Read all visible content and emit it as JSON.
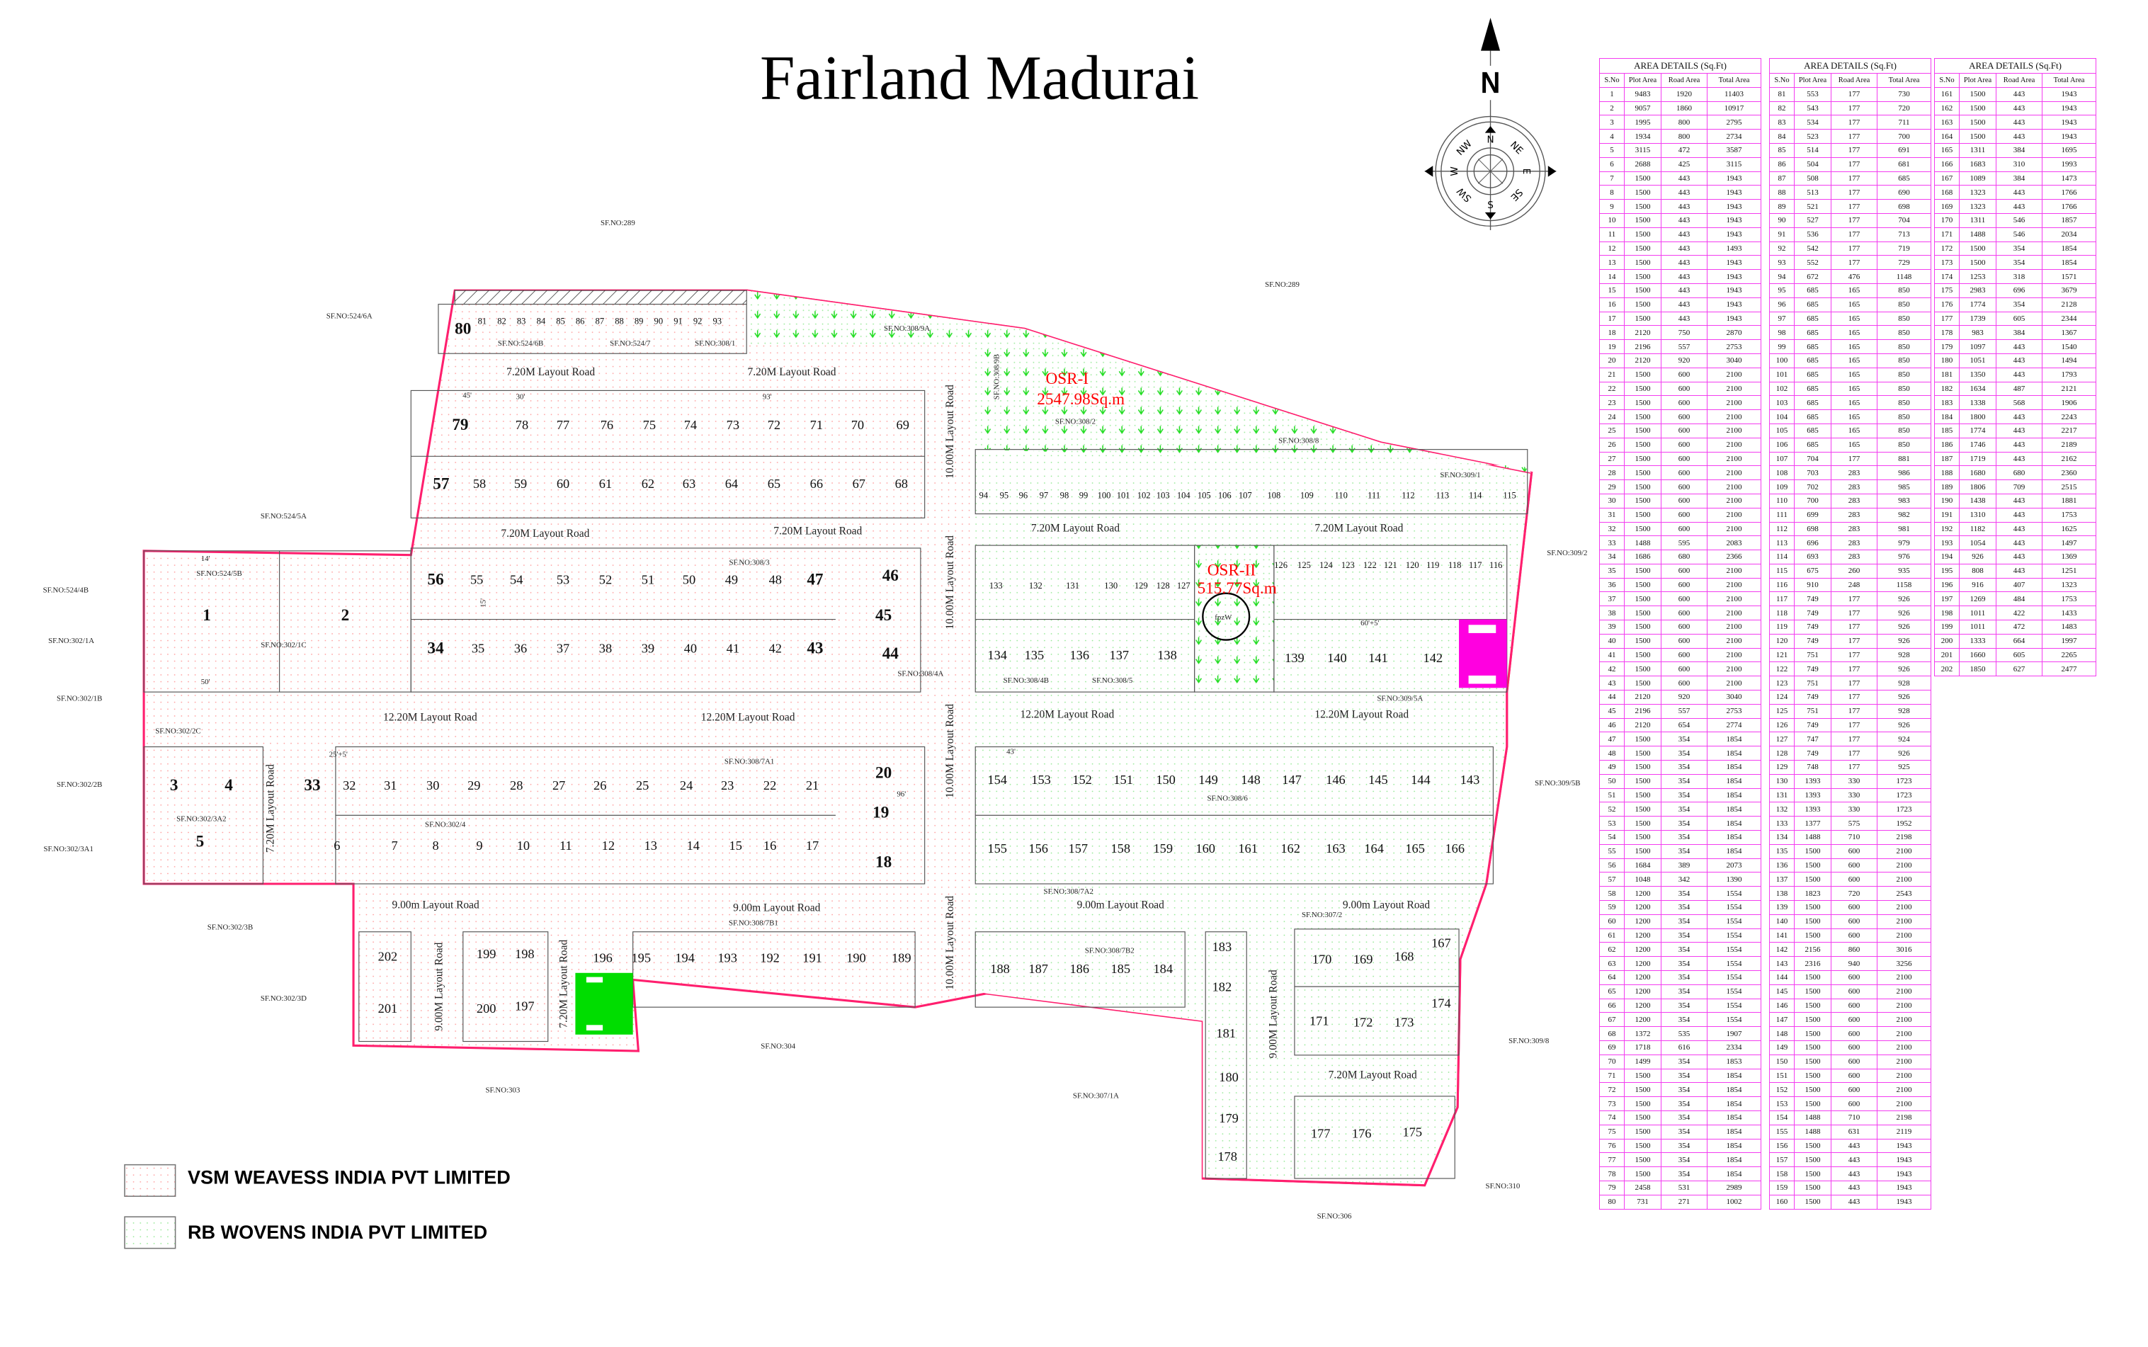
{
  "title": "Fairland Madurai",
  "compass": {
    "north_label": "N",
    "points": [
      "N",
      "NE",
      "E",
      "SE",
      "S",
      "SW",
      "W",
      "NW"
    ]
  },
  "legend": [
    {
      "label": "VSM WEAVESS INDIA PVT LIMITED",
      "color": "#ff9a9a"
    },
    {
      "label": "RB WOVENS INDIA PVT LIMITED",
      "color": "#7ee87e"
    }
  ],
  "colors": {
    "boundary": "#ff1f6e",
    "dimension": "#ff00ff",
    "osr_text": "#ff0000",
    "toilet_block": "#ff00e0",
    "park_block": "#00dd00"
  },
  "map": {
    "osr": [
      {
        "name": "OSR-I",
        "area": "2547.98Sq.m"
      },
      {
        "name": "OSR-II",
        "area": "515.77Sq.m"
      }
    ],
    "well_label": "fpzW",
    "roads": [
      "7.20M Layout Road",
      "7.20M Layout Road",
      "7.20M Layout Road",
      "7.20M Layout Road",
      "7.20M Layout Road",
      "7.20M Layout Road",
      "7.20M Layout Road",
      "12.20M Layout Road",
      "12.20M Layout Road",
      "12.20M Layout Road",
      "12.20M Layout Road",
      "9.00m Layout Road",
      "9.00m Layout Road",
      "9.00m Layout Road",
      "9.00m Layout Road",
      "10.00M Layout Road",
      "10.00M Layout Road",
      "10.00M Layout Road",
      "10.00M Layout Road",
      "7.20M Layout Road",
      "7.20M Layout Road",
      "9.00M Layout Road",
      "9.00M Layout Road"
    ],
    "survey_numbers": [
      "SF.NO:289",
      "SF.NO:289",
      "SF.NO:524/6A",
      "SF.NO:524/5A",
      "SF.NO:524/5B",
      "SF.NO:524/4B",
      "SF.NO:302/1A",
      "SF.NO:302/1C",
      "SF.NO:302/1B",
      "SF.NO:302/2C",
      "SF.NO:302/2B",
      "SF.NO:302/3A2",
      "SF.NO:302/4",
      "SF.NO:302/3A1",
      "SF.NO:302/3B",
      "SF.NO:302/3D",
      "SF.NO:303",
      "SF.NO:304",
      "SF.NO:307/1A",
      "SF.NO:306",
      "SF.NO:310",
      "SF.NO:309/8",
      "SF.NO:309/5B",
      "SF.NO:309/2",
      "SF.NO:309/5A",
      "SF.NO:309/1",
      "SF.NO:308/8",
      "SF.NO:308/2",
      "SF.NO:308/9A",
      "SF.NO:308/1",
      "SF.NO:524/6B",
      "SF.NO:524/7",
      "SF.NO:308/3",
      "SF.NO:308/4A",
      "SF.NO:308/4B",
      "SF.NO:308/5",
      "SF.NO:308/7A1",
      "SF.NO:308/6",
      "SF.NO:308/7A2",
      "SF.NO:308/7B1",
      "SF.NO:308/7B2",
      "SF.NO:307/2",
      "SF.NO:308/9B"
    ],
    "dimension_samples": [
      "45'",
      "30'",
      "15'",
      "14'",
      "50'",
      "93'",
      "96'",
      "43'",
      "60'+5'",
      "25'+5'"
    ]
  },
  "tables": [
    {
      "caption": "AREA DETAILS (Sq.Ft)",
      "headers": [
        "S.No",
        "Plot Area",
        "Road Area",
        "Total Area"
      ],
      "rows": [
        [
          1,
          9483,
          1920,
          11403
        ],
        [
          2,
          9057,
          1860,
          10917
        ],
        [
          3,
          1995,
          800,
          2795
        ],
        [
          4,
          1934,
          800,
          2734
        ],
        [
          5,
          3115,
          472,
          3587
        ],
        [
          6,
          2688,
          425,
          3115
        ],
        [
          7,
          1500,
          443,
          1943
        ],
        [
          8,
          1500,
          443,
          1943
        ],
        [
          9,
          1500,
          443,
          1943
        ],
        [
          10,
          1500,
          443,
          1943
        ],
        [
          11,
          1500,
          443,
          1943
        ],
        [
          12,
          1500,
          443,
          1493
        ],
        [
          13,
          1500,
          443,
          1943
        ],
        [
          14,
          1500,
          443,
          1943
        ],
        [
          15,
          1500,
          443,
          1943
        ],
        [
          16,
          1500,
          443,
          1943
        ],
        [
          17,
          1500,
          443,
          1943
        ],
        [
          18,
          2120,
          750,
          2870
        ],
        [
          19,
          2196,
          557,
          2753
        ],
        [
          20,
          2120,
          920,
          3040
        ],
        [
          21,
          1500,
          600,
          2100
        ],
        [
          22,
          1500,
          600,
          2100
        ],
        [
          23,
          1500,
          600,
          2100
        ],
        [
          24,
          1500,
          600,
          2100
        ],
        [
          25,
          1500,
          600,
          2100
        ],
        [
          26,
          1500,
          600,
          2100
        ],
        [
          27,
          1500,
          600,
          2100
        ],
        [
          28,
          1500,
          600,
          2100
        ],
        [
          29,
          1500,
          600,
          2100
        ],
        [
          30,
          1500,
          600,
          2100
        ],
        [
          31,
          1500,
          600,
          2100
        ],
        [
          32,
          1500,
          600,
          2100
        ],
        [
          33,
          1488,
          595,
          2083
        ],
        [
          34,
          1686,
          680,
          2366
        ],
        [
          35,
          1500,
          600,
          2100
        ],
        [
          36,
          1500,
          600,
          2100
        ],
        [
          37,
          1500,
          600,
          2100
        ],
        [
          38,
          1500,
          600,
          2100
        ],
        [
          39,
          1500,
          600,
          2100
        ],
        [
          40,
          1500,
          600,
          2100
        ],
        [
          41,
          1500,
          600,
          2100
        ],
        [
          42,
          1500,
          600,
          2100
        ],
        [
          43,
          1500,
          600,
          2100
        ],
        [
          44,
          2120,
          920,
          3040
        ],
        [
          45,
          2196,
          557,
          2753
        ],
        [
          46,
          2120,
          654,
          2774
        ],
        [
          47,
          1500,
          354,
          1854
        ],
        [
          48,
          1500,
          354,
          1854
        ],
        [
          49,
          1500,
          354,
          1854
        ],
        [
          50,
          1500,
          354,
          1854
        ],
        [
          51,
          1500,
          354,
          1854
        ],
        [
          52,
          1500,
          354,
          1854
        ],
        [
          53,
          1500,
          354,
          1854
        ],
        [
          54,
          1500,
          354,
          1854
        ],
        [
          55,
          1500,
          354,
          1854
        ],
        [
          56,
          1684,
          389,
          2073
        ],
        [
          57,
          1048,
          342,
          1390
        ],
        [
          58,
          1200,
          354,
          1554
        ],
        [
          59,
          1200,
          354,
          1554
        ],
        [
          60,
          1200,
          354,
          1554
        ],
        [
          61,
          1200,
          354,
          1554
        ],
        [
          62,
          1200,
          354,
          1554
        ],
        [
          63,
          1200,
          354,
          1554
        ],
        [
          64,
          1200,
          354,
          1554
        ],
        [
          65,
          1200,
          354,
          1554
        ],
        [
          66,
          1200,
          354,
          1554
        ],
        [
          67,
          1200,
          354,
          1554
        ],
        [
          68,
          1372,
          535,
          1907
        ],
        [
          69,
          1718,
          616,
          2334
        ],
        [
          70,
          1499,
          354,
          1853
        ],
        [
          71,
          1500,
          354,
          1854
        ],
        [
          72,
          1500,
          354,
          1854
        ],
        [
          73,
          1500,
          354,
          1854
        ],
        [
          74,
          1500,
          354,
          1854
        ],
        [
          75,
          1500,
          354,
          1854
        ],
        [
          76,
          1500,
          354,
          1854
        ],
        [
          77,
          1500,
          354,
          1854
        ],
        [
          78,
          1500,
          354,
          1854
        ],
        [
          79,
          2458,
          531,
          2989
        ],
        [
          80,
          731,
          271,
          1002
        ]
      ]
    },
    {
      "caption": "AREA DETAILS (Sq.Ft)",
      "headers": [
        "S.No",
        "Plot Area",
        "Road Area",
        "Total Area"
      ],
      "rows": [
        [
          81,
          553,
          177,
          730
        ],
        [
          82,
          543,
          177,
          720
        ],
        [
          83,
          534,
          177,
          711
        ],
        [
          84,
          523,
          177,
          700
        ],
        [
          85,
          514,
          177,
          691
        ],
        [
          86,
          504,
          177,
          681
        ],
        [
          87,
          508,
          177,
          685
        ],
        [
          88,
          513,
          177,
          690
        ],
        [
          89,
          521,
          177,
          698
        ],
        [
          90,
          527,
          177,
          704
        ],
        [
          91,
          536,
          177,
          713
        ],
        [
          92,
          542,
          177,
          719
        ],
        [
          93,
          552,
          177,
          729
        ],
        [
          94,
          672,
          476,
          1148
        ],
        [
          95,
          685,
          165,
          850
        ],
        [
          96,
          685,
          165,
          850
        ],
        [
          97,
          685,
          165,
          850
        ],
        [
          98,
          685,
          165,
          850
        ],
        [
          99,
          685,
          165,
          850
        ],
        [
          100,
          685,
          165,
          850
        ],
        [
          101,
          685,
          165,
          850
        ],
        [
          102,
          685,
          165,
          850
        ],
        [
          103,
          685,
          165,
          850
        ],
        [
          104,
          685,
          165,
          850
        ],
        [
          105,
          685,
          165,
          850
        ],
        [
          106,
          685,
          165,
          850
        ],
        [
          107,
          704,
          177,
          881
        ],
        [
          108,
          703,
          283,
          986
        ],
        [
          109,
          702,
          283,
          985
        ],
        [
          110,
          700,
          283,
          983
        ],
        [
          111,
          699,
          283,
          982
        ],
        [
          112,
          698,
          283,
          981
        ],
        [
          113,
          696,
          283,
          979
        ],
        [
          114,
          693,
          283,
          976
        ],
        [
          115,
          675,
          260,
          935
        ],
        [
          116,
          910,
          248,
          1158
        ],
        [
          117,
          749,
          177,
          926
        ],
        [
          118,
          749,
          177,
          926
        ],
        [
          119,
          749,
          177,
          926
        ],
        [
          120,
          749,
          177,
          926
        ],
        [
          121,
          751,
          177,
          928
        ],
        [
          122,
          749,
          177,
          926
        ],
        [
          123,
          751,
          177,
          928
        ],
        [
          124,
          749,
          177,
          926
        ],
        [
          125,
          751,
          177,
          928
        ],
        [
          126,
          749,
          177,
          926
        ],
        [
          127,
          747,
          177,
          924
        ],
        [
          128,
          749,
          177,
          926
        ],
        [
          129,
          748,
          177,
          925
        ],
        [
          130,
          1393,
          330,
          1723
        ],
        [
          131,
          1393,
          330,
          1723
        ],
        [
          132,
          1393,
          330,
          1723
        ],
        [
          133,
          1377,
          575,
          1952
        ],
        [
          134,
          1488,
          710,
          2198
        ],
        [
          135,
          1500,
          600,
          2100
        ],
        [
          136,
          1500,
          600,
          2100
        ],
        [
          137,
          1500,
          600,
          2100
        ],
        [
          138,
          1823,
          720,
          2543
        ],
        [
          139,
          1500,
          600,
          2100
        ],
        [
          140,
          1500,
          600,
          2100
        ],
        [
          141,
          1500,
          600,
          2100
        ],
        [
          142,
          2156,
          860,
          3016
        ],
        [
          143,
          2316,
          940,
          3256
        ],
        [
          144,
          1500,
          600,
          2100
        ],
        [
          145,
          1500,
          600,
          2100
        ],
        [
          146,
          1500,
          600,
          2100
        ],
        [
          147,
          1500,
          600,
          2100
        ],
        [
          148,
          1500,
          600,
          2100
        ],
        [
          149,
          1500,
          600,
          2100
        ],
        [
          150,
          1500,
          600,
          2100
        ],
        [
          151,
          1500,
          600,
          2100
        ],
        [
          152,
          1500,
          600,
          2100
        ],
        [
          153,
          1500,
          600,
          2100
        ],
        [
          154,
          1488,
          710,
          2198
        ],
        [
          155,
          1488,
          631,
          2119
        ],
        [
          156,
          1500,
          443,
          1943
        ],
        [
          157,
          1500,
          443,
          1943
        ],
        [
          158,
          1500,
          443,
          1943
        ],
        [
          159,
          1500,
          443,
          1943
        ],
        [
          160,
          1500,
          443,
          1943
        ]
      ]
    },
    {
      "caption": "AREA DETAILS (Sq.Ft)",
      "headers": [
        "S.No",
        "Plot Area",
        "Road Area",
        "Total Area"
      ],
      "rows": [
        [
          161,
          1500,
          443,
          1943
        ],
        [
          162,
          1500,
          443,
          1943
        ],
        [
          163,
          1500,
          443,
          1943
        ],
        [
          164,
          1500,
          443,
          1943
        ],
        [
          165,
          1311,
          384,
          1695
        ],
        [
          166,
          1683,
          310,
          1993
        ],
        [
          167,
          1089,
          384,
          1473
        ],
        [
          168,
          1323,
          443,
          1766
        ],
        [
          169,
          1323,
          443,
          1766
        ],
        [
          170,
          1311,
          546,
          1857
        ],
        [
          171,
          1488,
          546,
          2034
        ],
        [
          172,
          1500,
          354,
          1854
        ],
        [
          173,
          1500,
          354,
          1854
        ],
        [
          174,
          1253,
          318,
          1571
        ],
        [
          175,
          2983,
          696,
          3679
        ],
        [
          176,
          1774,
          354,
          2128
        ],
        [
          177,
          1739,
          605,
          2344
        ],
        [
          178,
          983,
          384,
          1367
        ],
        [
          179,
          1097,
          443,
          1540
        ],
        [
          180,
          1051,
          443,
          1494
        ],
        [
          181,
          1350,
          443,
          1793
        ],
        [
          182,
          1634,
          487,
          2121
        ],
        [
          183,
          1338,
          568,
          1906
        ],
        [
          184,
          1800,
          443,
          2243
        ],
        [
          185,
          1774,
          443,
          2217
        ],
        [
          186,
          1746,
          443,
          2189
        ],
        [
          187,
          1719,
          443,
          2162
        ],
        [
          188,
          1680,
          680,
          2360
        ],
        [
          189,
          1806,
          709,
          2515
        ],
        [
          190,
          1438,
          443,
          1881
        ],
        [
          191,
          1310,
          443,
          1753
        ],
        [
          192,
          1182,
          443,
          1625
        ],
        [
          193,
          1054,
          443,
          1497
        ],
        [
          194,
          926,
          443,
          1369
        ],
        [
          195,
          808,
          443,
          1251
        ],
        [
          196,
          916,
          407,
          1323
        ],
        [
          197,
          1269,
          484,
          1753
        ],
        [
          198,
          1011,
          422,
          1433
        ],
        [
          199,
          1011,
          472,
          1483
        ],
        [
          200,
          1333,
          664,
          1997
        ],
        [
          201,
          1660,
          605,
          2265
        ],
        [
          202,
          1850,
          627,
          2477
        ]
      ]
    }
  ]
}
